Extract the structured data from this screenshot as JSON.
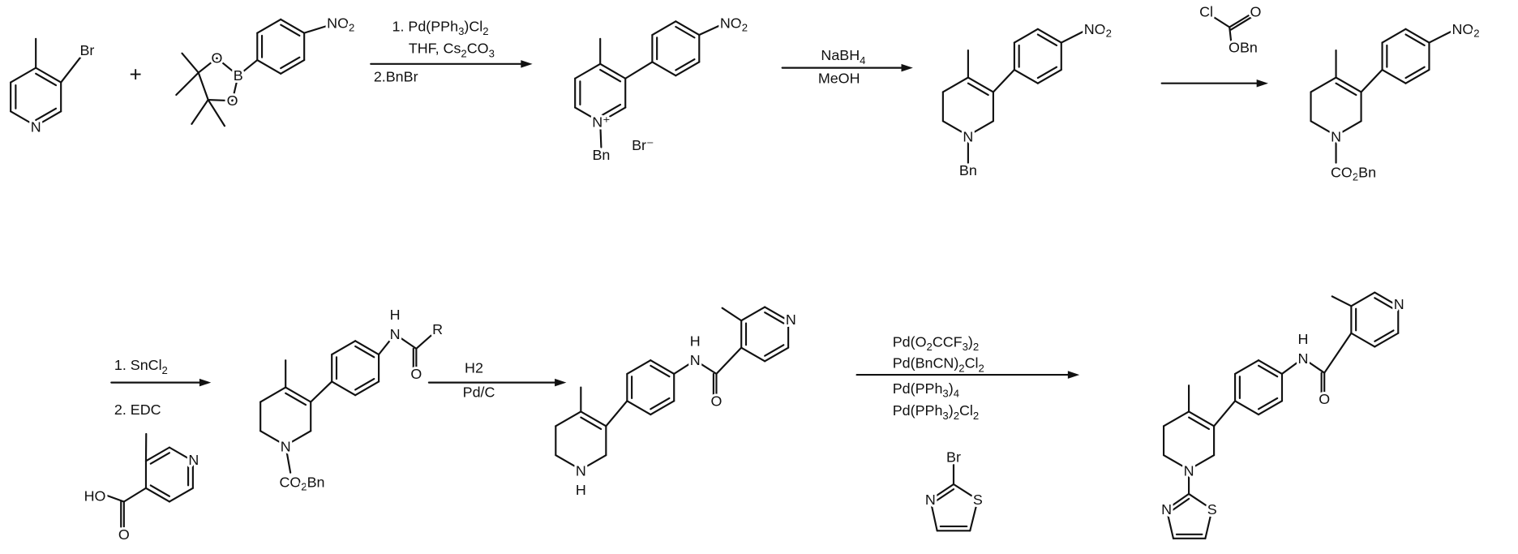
{
  "plus": "+",
  "step1": {
    "reagents": [
      "1. Pd(PPh3)Cl2",
      "THF, Cs2CO3",
      "2.BnBr"
    ]
  },
  "step2": {
    "reagents": [
      "NaBH4",
      "MeOH"
    ]
  },
  "step3": {
    "chloroformate": {
      "cl": "Cl",
      "o": "O",
      "obn": "OBn"
    }
  },
  "step4": {
    "reagents": [
      "1. SnCl2",
      "2. EDC"
    ]
  },
  "step5": {
    "reagents": [
      "H2",
      "Pd/C"
    ]
  },
  "step6": {
    "reagents": [
      "Pd(O2CCF3)2",
      "Pd(BnCN)2Cl2",
      "Pd(PPh3)4",
      "Pd(PPh3)2Cl2"
    ]
  },
  "molecules": {
    "bromopyridine": {
      "br": "Br",
      "n": "N"
    },
    "boronate": {
      "no2": "NO2",
      "b": "B",
      "o1": "O",
      "o2": "O"
    },
    "pyridinium": {
      "no2": "NO2",
      "n": "N⁺",
      "bn": "Bn",
      "counterion": "Br⁻"
    },
    "tetrahydropyridine_bn": {
      "no2": "NO2",
      "n": "N",
      "bn": "Bn"
    },
    "tetrahydropyridine_cbz": {
      "no2": "NO2",
      "n": "N",
      "cbz": "CO2Bn"
    },
    "acid": {
      "ho": "HO",
      "o": "O",
      "n": "N"
    },
    "amide_cbz": {
      "h": "H",
      "n_amide": "N",
      "r": "R",
      "o": "O",
      "n": "N",
      "cbz": "CO2Bn"
    },
    "amine": {
      "h_amide": "H",
      "n_amide": "N",
      "o": "O",
      "n_pyr": "N",
      "n": "N",
      "h": "H"
    },
    "bromothiazole": {
      "br": "Br",
      "n": "N",
      "s": "S"
    },
    "product": {
      "h_amide": "H",
      "n_amide": "N",
      "o": "O",
      "n_pyr": "N",
      "n": "N",
      "n_thz": "N",
      "s": "S"
    }
  }
}
